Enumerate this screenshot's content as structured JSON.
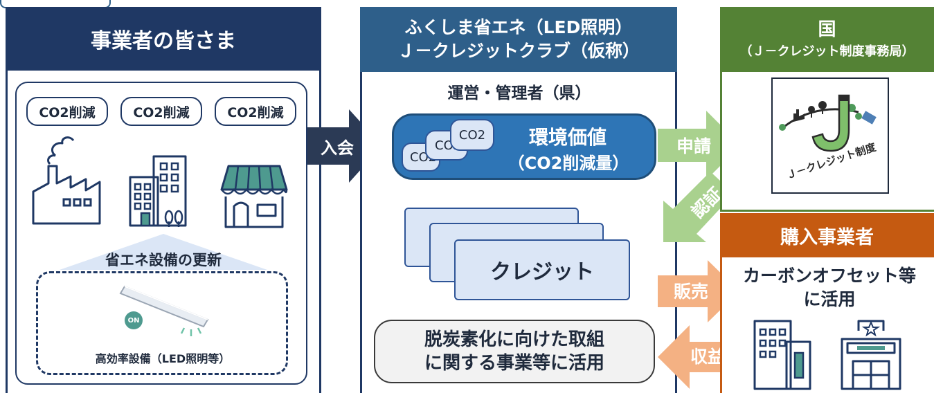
{
  "left": {
    "title": "事業者の皆さま",
    "co2_pills": [
      "CO2削減",
      "CO2削減",
      "CO2削減"
    ],
    "upgrade_label": "省エネ設備の更新",
    "equipment_caption": "高効率設備（LED照明等）",
    "on_badge": "ON"
  },
  "arrows": {
    "join": "入会",
    "apply": "申請",
    "certify": "認証",
    "sell": "販売",
    "revenue": "収益"
  },
  "middle": {
    "title_line1": "ふくしま省エネ（LED照明）",
    "title_line2": "Ｊ－クレジットクラブ（仮称）",
    "operator": "運営・管理者（県）",
    "co2_tags": [
      "CO2",
      "CO2",
      "CO2"
    ],
    "value_line1": "環境価値",
    "value_line2": "（CO2削減量）",
    "credit": "クレジット",
    "usage_line1": "脱炭素化に向けた取組",
    "usage_line2": "に関する事業等に活用"
  },
  "right": {
    "country_title": "国",
    "country_sub": "（Ｊ－クレジット制度事務局）",
    "logo_text": "Ｊ－クレジット制度",
    "buyer_title": "購入事業者",
    "buyer_desc_line1": "カーボンオフセット等",
    "buyer_desc_line2": "に活用"
  },
  "colors": {
    "navy": "#1f3864",
    "blue_header": "#2e5f8a",
    "green": "#548235",
    "green_arrow": "#a9d18e",
    "orange": "#c55a11",
    "orange_arrow": "#f4b183",
    "env_value": "#2e75b6"
  }
}
